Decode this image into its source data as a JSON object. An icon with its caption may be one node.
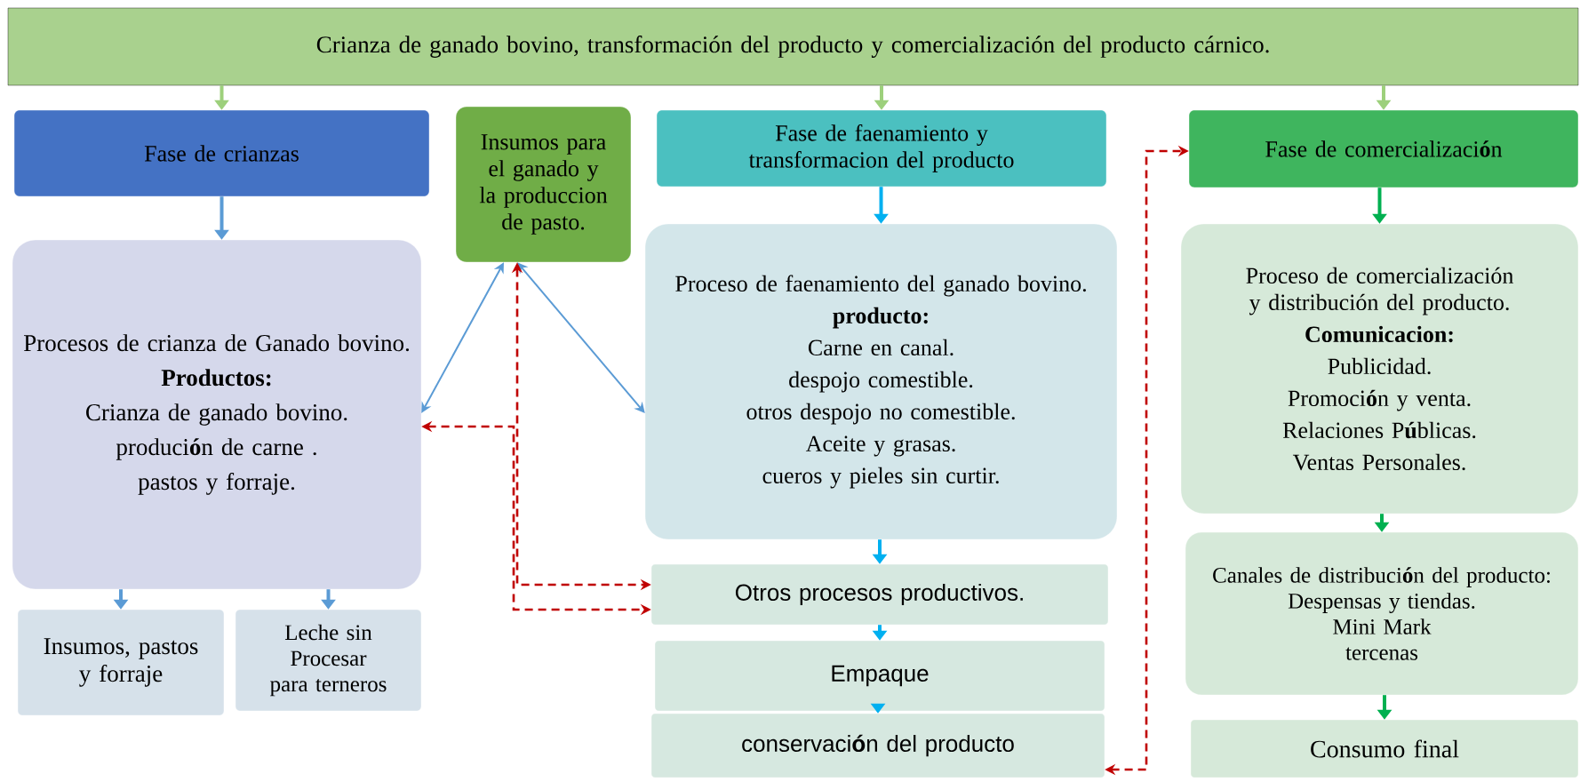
{
  "diagram": {
    "nodes": [
      {
        "text": [
          "Crianza de ganado bovino, transformación del producto y comercialización del producto cárnico."
        ]
      },
      {
        "text": [
          "Fase de crianzas"
        ]
      },
      {
        "text": [
          "Insumos para el ganado y la produccion de pasto."
        ]
      },
      {
        "text": [
          "Fase de faenamiento y transformacion del producto"
        ]
      },
      {
        "text": [
          "Fase de comercializaci**ó**n"
        ]
      },
      {
        "text": [
          "Procesos de crianza de Ganado bovino.",
          "Productos:",
          "Crianza de ganado bovino.",
          "produci**ó**n de carne .",
          "pastos y forraje."
        ]
      },
      {
        "text": [
          "Proceso de faenamiento del ganado bovino.",
          "producto:",
          "Carne en canal.",
          "despojo comestible.",
          "otros despojo no comestible.",
          "Aceite y grasas.",
          "cueros y pieles sin curtir."
        ]
      },
      {
        "text": [
          "Proceso de comercialización y distribución del producto.",
          "Comunicacion:",
          "Publicidad.",
          "Promoci**ó**n y venta.",
          "Relaciones P**ú**blicas.",
          "Ventas Personales."
        ]
      },
      {
        "text": [
          "Insumos, pastos y forraje"
        ]
      },
      {
        "text": [
          "Leche sin Procesar para terneros"
        ]
      },
      {
        "text": [
          "Otros procesos productivos."
        ]
      },
      {
        "text": [
          "Empaque"
        ]
      },
      {
        "text": [
          "conservaci**ó**n del producto"
        ]
      },
      {
        "text": [
          "Canales de distribuci**ó**n del producto:",
          "Despensas y tiendas.",
          "Mini Mark",
          "tercenas"
        ]
      },
      {
        "text": [
          "Consumo final"
        ]
      }
    ],
    "edges": [
      {
        "from": 0,
        "to": 1,
        "arrow": "to",
        "color": "#9dd07c"
      },
      {
        "from": 0,
        "to": 3,
        "arrow": "to",
        "color": "#9dd07c"
      },
      {
        "from": 0,
        "to": 4,
        "arrow": "to",
        "color": "#9dd07c"
      },
      {
        "from": 1,
        "to": 5,
        "arrow": "to"
      },
      {
        "from": 3,
        "to": 6,
        "arrow": "to",
        "color": "#00b0f0"
      },
      {
        "from": 4,
        "to": 7,
        "arrow": "to",
        "color": "#00b050"
      },
      {
        "from": 2,
        "to": 5,
        "arrow": "both"
      },
      {
        "from": 2,
        "to": 6,
        "arrow": "both"
      },
      {
        "from": 2,
        "to": 10,
        "arrow": "both",
        "style": "dashed",
        "color": "#c00000"
      },
      {
        "from": 5,
        "to": 10,
        "arrow": "both",
        "style": "dashed",
        "color": "#c00000"
      },
      {
        "from": 5,
        "to": 8,
        "arrow": "to"
      },
      {
        "from": 5,
        "to": 9,
        "arrow": "to"
      },
      {
        "from": 6,
        "to": 10,
        "arrow": "to",
        "color": "#00b0f0"
      },
      {
        "from": 10,
        "to": 11,
        "arrow": "to",
        "color": "#00b0f0"
      },
      {
        "from": 11,
        "to": 12,
        "arrow": "to",
        "color": "#00b0f0"
      },
      {
        "from": 7,
        "to": 13,
        "arrow": "to",
        "color": "#00b050"
      },
      {
        "from": 13,
        "to": 14,
        "arrow": "to",
        "color": "#00b050"
      },
      {
        "from": 12,
        "to": 4,
        "arrow": "both",
        "style": "dashed",
        "color": "#c00000"
      }
    ]
  }
}
